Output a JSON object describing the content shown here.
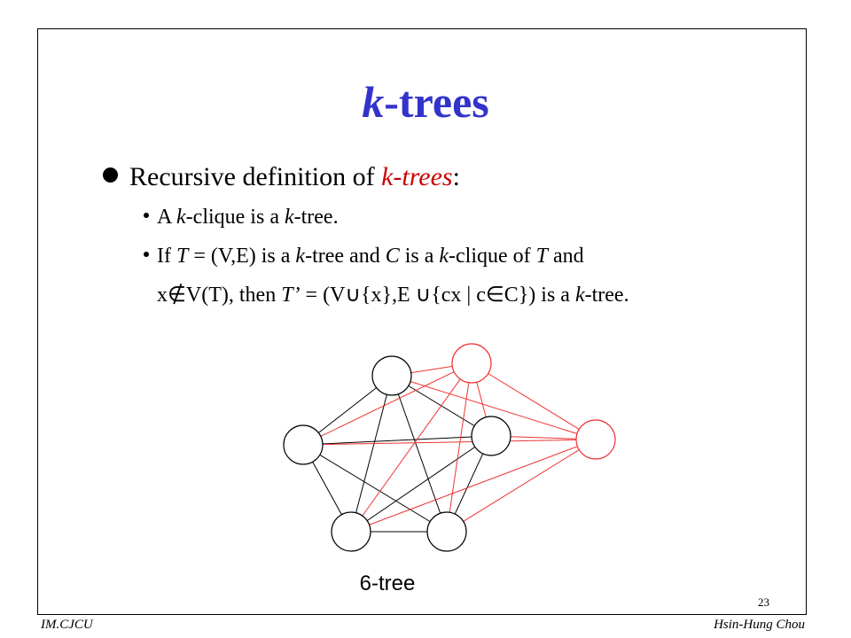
{
  "slide": {
    "title_italic": "k",
    "title_rest": "-trees",
    "bullet_main": {
      "prefix": "Recursive definition of ",
      "term": "k-trees",
      "suffix": ":"
    },
    "sub1": {
      "p1": "A ",
      "k1": "k",
      "p2": "-clique is a ",
      "k2": "k",
      "p3": "-tree."
    },
    "sub2_line1": {
      "p1": "If ",
      "T": "T",
      "p2": " = (V,E) is a ",
      "k1": "k",
      "p3": "-tree and ",
      "C": "C",
      "p4": " is a ",
      "k2": "k",
      "p5": "-clique of ",
      "T2": "T",
      "p6": " and"
    },
    "sub2_line2": {
      "p1": "x∉V(T), then ",
      "Tp": "T’",
      "p2": " = (V∪{x},E ∪{cx | c∈C}) is a ",
      "k": "k",
      "p3": "-tree."
    },
    "caption": "6-tree",
    "page_number": "23",
    "footer_left": "IM.CJCU",
    "footer_right": "Hsin-Hung Chou"
  },
  "colors": {
    "title": "#3333cc",
    "red": "#cc0000",
    "red_edge": "#ee3333"
  }
}
